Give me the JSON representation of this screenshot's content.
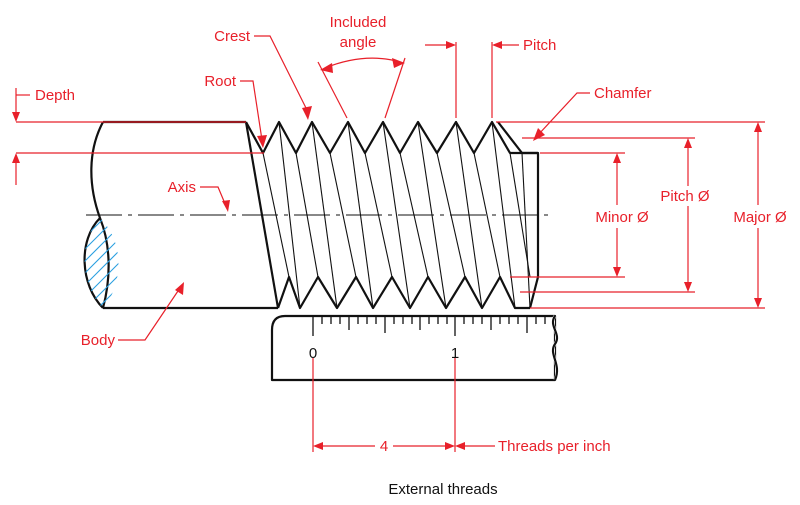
{
  "diagram": {
    "labels": {
      "crest": "Crest",
      "included_angle_line1": "Included",
      "included_angle_line2": "angle",
      "pitch": "Pitch",
      "root": "Root",
      "chamfer": "Chamfer",
      "depth": "Depth",
      "axis": "Axis",
      "minor_dia": "Minor Ø",
      "pitch_dia": "Pitch Ø",
      "major_dia": "Major Ø",
      "body": "Body",
      "threads_per_inch": "Threads per inch",
      "count": "4"
    },
    "scale": {
      "zero": "0",
      "one": "1"
    },
    "caption": "External threads",
    "colors": {
      "annotation": "#e8202a",
      "outline": "#111111",
      "hatch": "#2a9fe0"
    }
  }
}
